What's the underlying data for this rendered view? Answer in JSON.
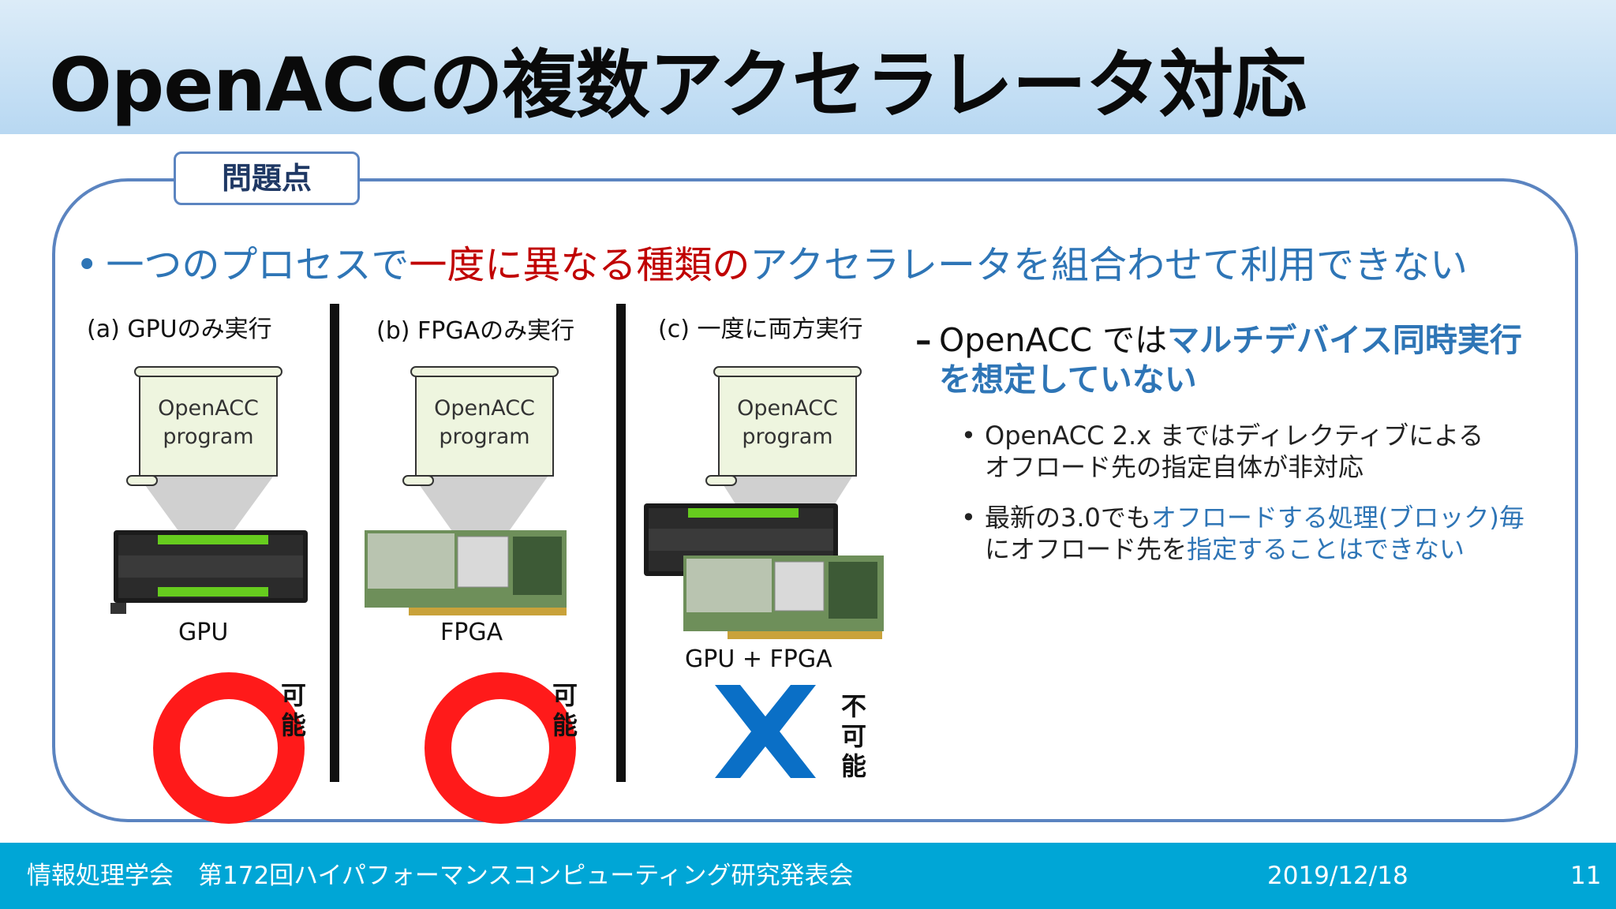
{
  "slide": {
    "title": "OpenACCの複数アクセラレータ対応",
    "tag": "問題点",
    "main_bullet": {
      "bullet": "•",
      "part1": "一つのプロセスで",
      "part2": "一度に異なる種類の",
      "part3": "アクセラレータを組合わせて利用できない"
    },
    "columns": [
      {
        "caption": "(a)  GPUのみ実行",
        "scroll_line1": "OpenACC",
        "scroll_line2": "program",
        "device": "GPU",
        "verdict": [
          "可",
          "能"
        ]
      },
      {
        "caption": "(b) FPGAのみ実行",
        "scroll_line1": "OpenACC",
        "scroll_line2": "program",
        "device": "FPGA",
        "verdict": [
          "可",
          "能"
        ]
      },
      {
        "caption": "(c) 一度に両方実行",
        "scroll_line1": "OpenACC",
        "scroll_line2": "program",
        "device": "GPU + FPGA",
        "verdict": [
          "不",
          "可",
          "能"
        ]
      }
    ],
    "right": {
      "dash": "–",
      "head_plain": "OpenACC では",
      "head_hl1": "マルチデバイス同時実行",
      "head_hl2": "を想定していない",
      "sub1_line1": "OpenACC 2.x までは​ディレクティブによる",
      "sub1_line2": "オフロード先の指定自体が非対応",
      "sub2_a": "最新の3.0でも",
      "sub2_b": "オフロードする処理(ブロック)毎",
      "sub2_c": "にオフロード先を",
      "sub2_d": "指定することはできない",
      "bullet": "•"
    },
    "colors": {
      "accent": "#2e75b6",
      "red_text": "#c00000",
      "ok_ring": "#ff1a1a",
      "ng_cross": "#0a6fc6",
      "footer": "#00a6d6"
    }
  },
  "footer": {
    "text": "情報処理学会　第172回ハイパフォーマンスコンピューティング研究発表会",
    "date": "2019/12/18",
    "page": "11"
  }
}
